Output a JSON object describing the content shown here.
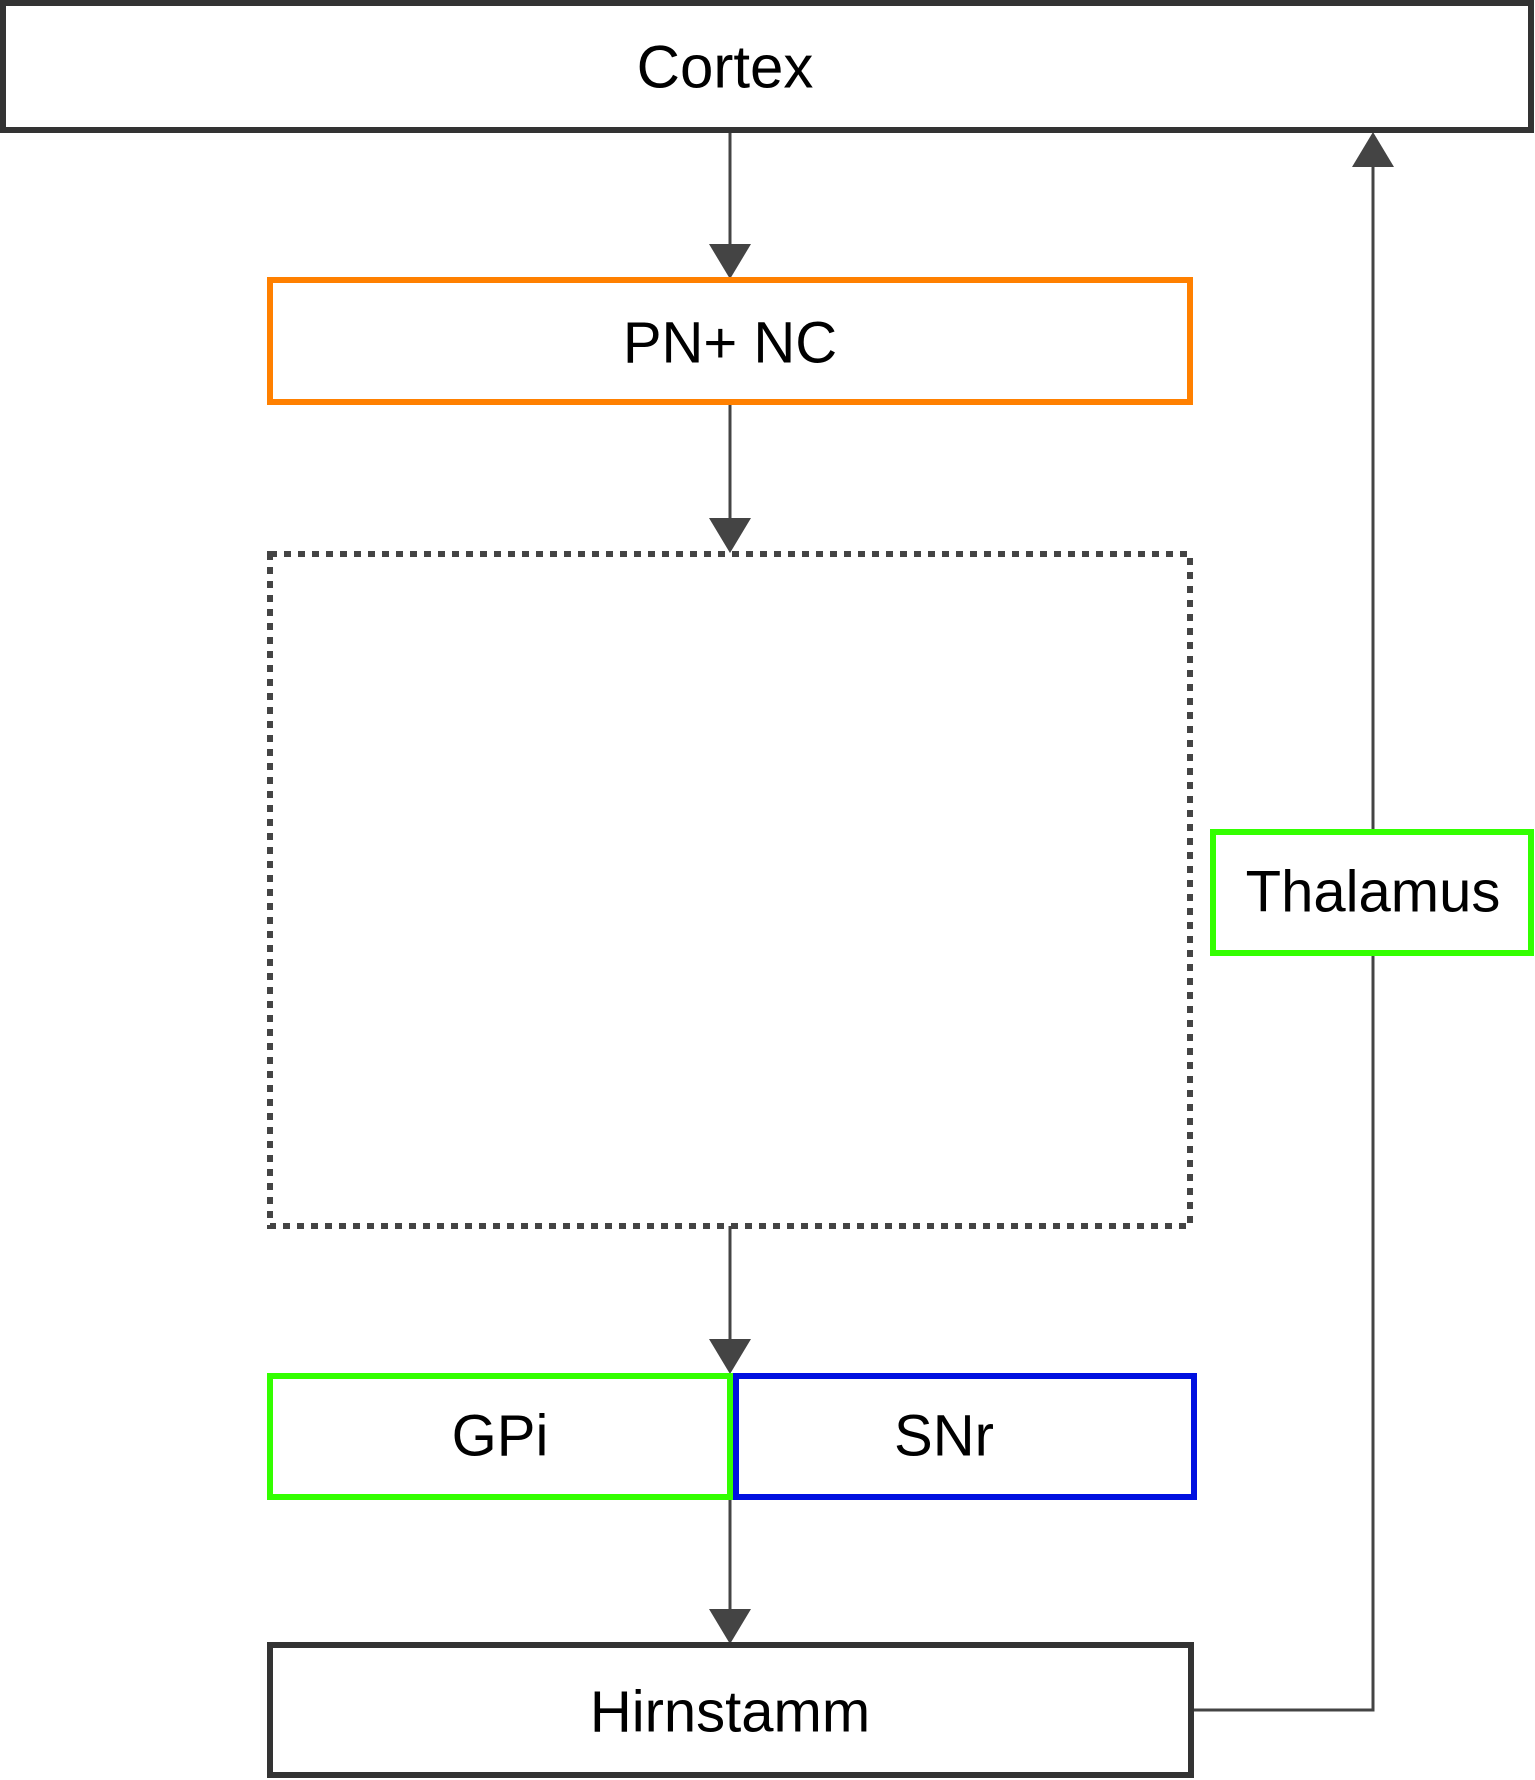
{
  "nodes": {
    "cortex": {
      "label": "Cortex",
      "border_color": "#333333"
    },
    "pn_nc": {
      "label": "PN+ NC",
      "border_color": "#FF8000"
    },
    "intermediate_box": {
      "label": "",
      "border_color": "#444444",
      "border_style": "dotted"
    },
    "gpi": {
      "label": "GPi",
      "border_color": "#33FF00"
    },
    "snr": {
      "label": "SNr",
      "border_color": "#0010E0"
    },
    "hirnstamm": {
      "label": "Hirnstamm",
      "border_color": "#333333"
    },
    "thalamus": {
      "label": "Thalamus",
      "border_color": "#33FF00"
    }
  },
  "edges": [
    {
      "from": "cortex",
      "to": "pn_nc"
    },
    {
      "from": "pn_nc",
      "to": "intermediate_box"
    },
    {
      "from": "intermediate_box",
      "to": "gpi_snr"
    },
    {
      "from": "gpi_snr",
      "to": "hirnstamm"
    },
    {
      "from": "hirnstamm",
      "to": "thalamus"
    },
    {
      "from": "thalamus",
      "to": "cortex"
    }
  ],
  "colors": {
    "arrow": "#444444",
    "text": "#000000"
  }
}
